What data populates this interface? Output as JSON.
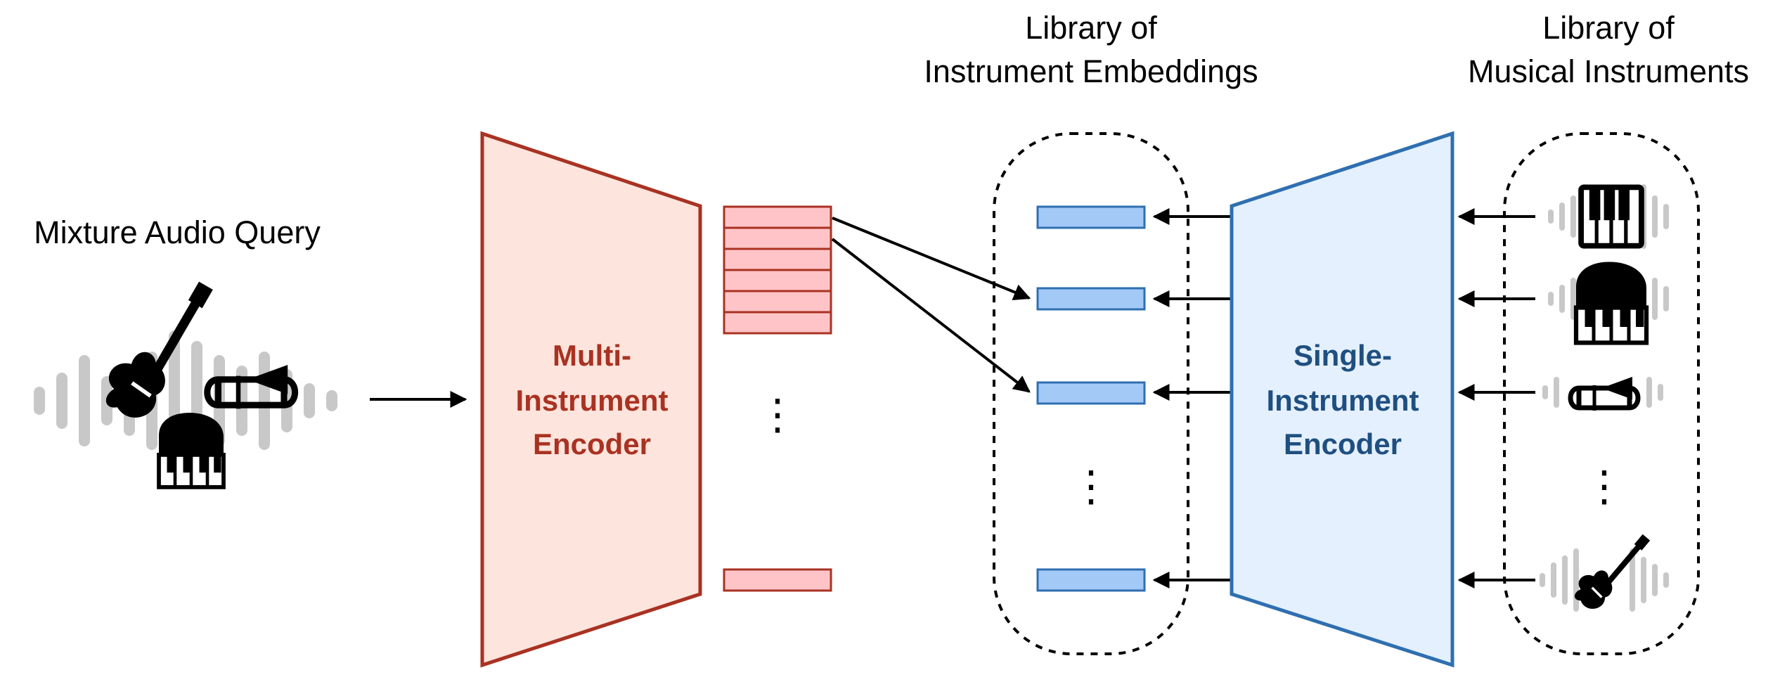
{
  "titles": {
    "mixture": "Mixture Audio Query",
    "emb_library_line1": "Library of",
    "emb_library_line2": "Instrument Embeddings",
    "inst_library_line1": "Library of",
    "inst_library_line2": "Musical Instruments"
  },
  "multi_encoder": {
    "line1": "Multi-",
    "line2": "Instrument",
    "line3": "Encoder",
    "stroke": "#a93222",
    "fill": "#fde4dc"
  },
  "single_encoder": {
    "line1": "Single-",
    "line2": "Instrument",
    "line3": "Encoder",
    "stroke": "#2f6fb0",
    "fill": "#e4f0fd"
  },
  "colors": {
    "multi_embedding_fill": "#fec4c8",
    "multi_embedding_stroke": "#a93222",
    "single_embedding_fill": "#a3c9f7",
    "single_embedding_stroke": "#2f6fb0",
    "waveform": "#c8c8c8"
  },
  "icons": {
    "mixture": [
      "electric-guitar-icon",
      "trombone-icon",
      "grand-piano-icon"
    ],
    "library": [
      "keyboard-icon",
      "grand-piano-icon",
      "trombone-icon",
      "electric-guitar-icon"
    ]
  },
  "ellipsis": "⋮"
}
